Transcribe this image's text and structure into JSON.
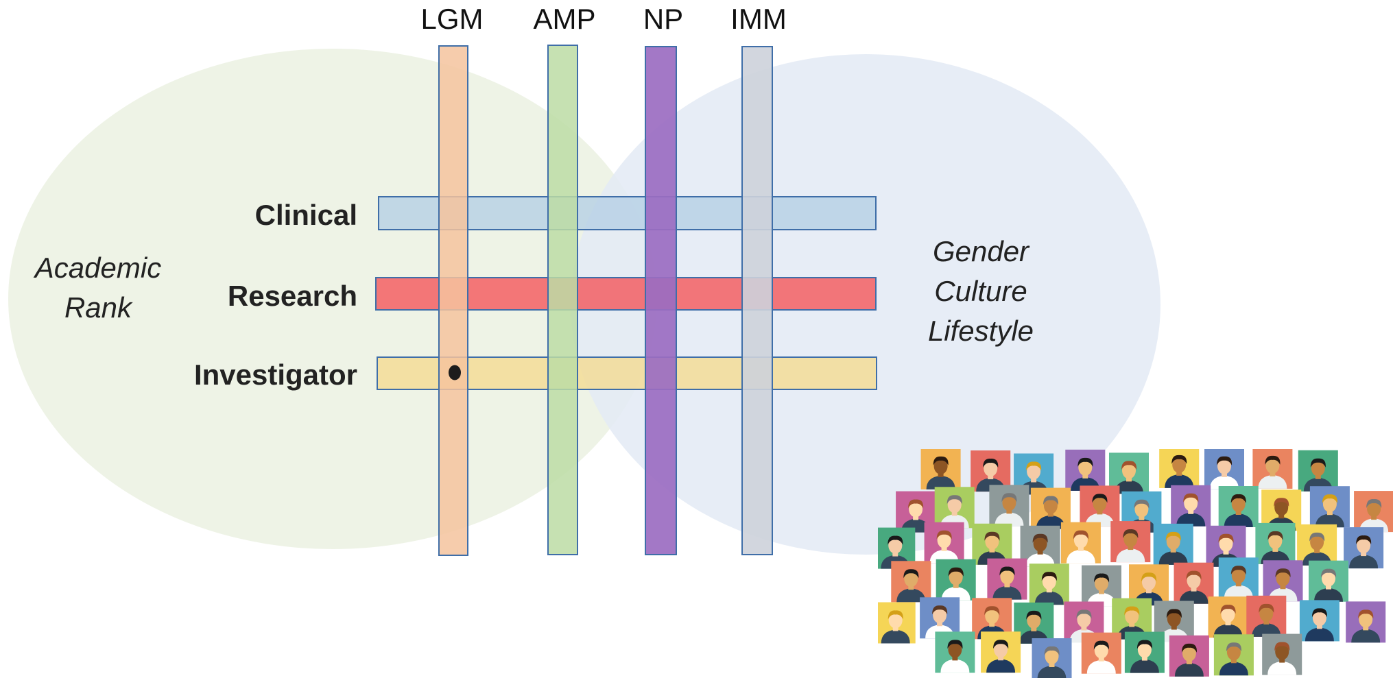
{
  "columns": [
    {
      "label": "LGM",
      "color": "#f4c39e",
      "opacity": 0.85
    },
    {
      "label": "AMP",
      "color": "#bcdca4",
      "opacity": 0.85
    },
    {
      "label": "NP",
      "color": "#9b6cc1",
      "opacity": 0.92
    },
    {
      "label": "IMM",
      "color": "#cdd2da",
      "opacity": 0.9
    }
  ],
  "rows": [
    {
      "label": "Clinical",
      "color": "#b5cfe5",
      "opacity": 0.8
    },
    {
      "label": "Research",
      "color": "#f35f63",
      "opacity": 0.85
    },
    {
      "label": "Investigator",
      "color": "#f3dc96",
      "opacity": 0.85
    }
  ],
  "left_circle": {
    "lines": [
      "Academic",
      "Rank"
    ],
    "color": "#eef3e6"
  },
  "right_circle": {
    "lines": [
      "Gender",
      "Culture",
      "Lifestyle"
    ],
    "color": "#e3eaf5"
  },
  "marker": {
    "row": "Investigator",
    "column": "LGM"
  },
  "bar_border_color": "#3f6ea8",
  "people_collage_colors": [
    "#f1a93b",
    "#e2574c",
    "#3aa0c8",
    "#8a5ab1",
    "#4bb38a",
    "#f4d03f",
    "#5b7fc0",
    "#e8734a",
    "#2f9e6e",
    "#c04a8a",
    "#9ec64a",
    "#7f8c8d"
  ]
}
